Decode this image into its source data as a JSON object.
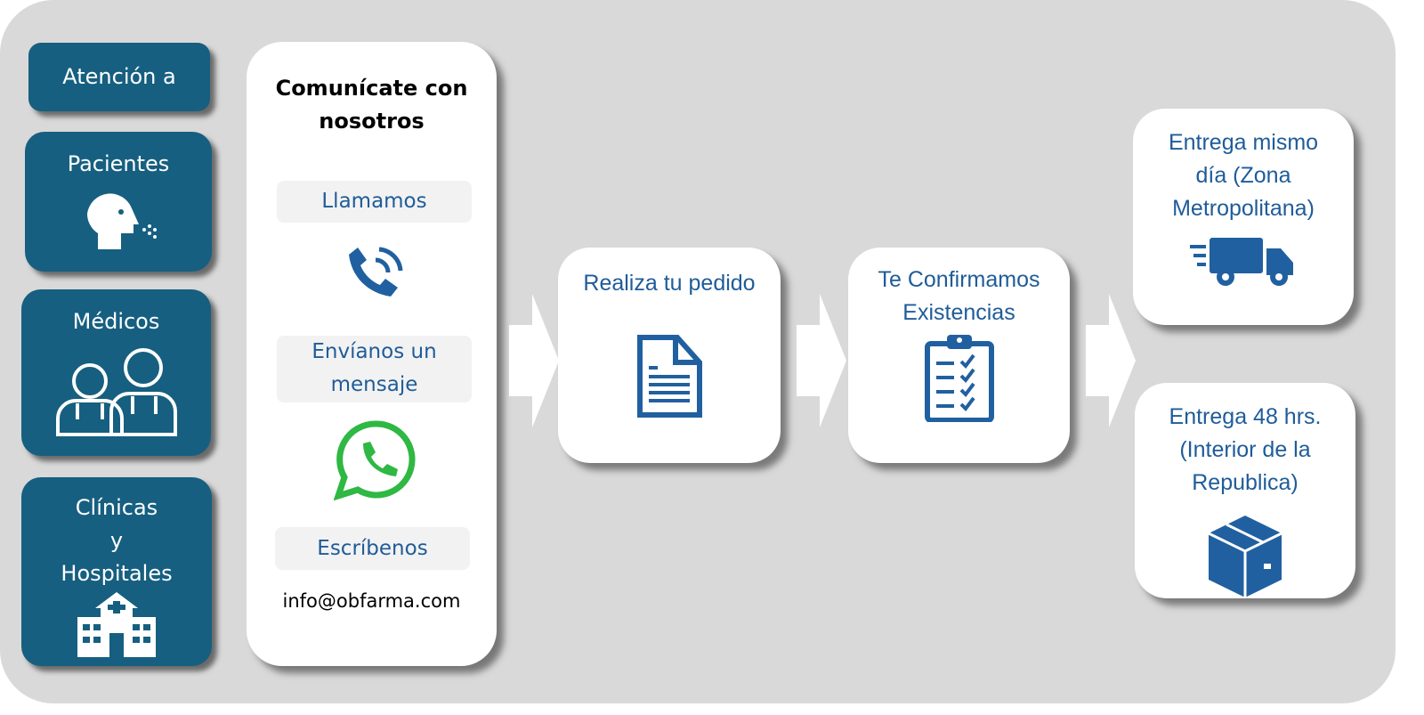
{
  "audience": {
    "title": "Atención a",
    "groups": [
      {
        "label": "Pacientes",
        "icon": "patient-breath-icon"
      },
      {
        "label": "Médicos",
        "icon": "doctors-icon"
      },
      {
        "label": "Clínicas\ny\nHospitales",
        "icon": "hospital-icon"
      }
    ]
  },
  "contact": {
    "title": "Comunícate con nosotros",
    "call": "Llamamos",
    "message": "Envíanos un mensaje",
    "write": "Escríbenos",
    "email": "info@obfarma.com"
  },
  "steps": [
    {
      "label": "Realiza tu pedido",
      "icon": "document-icon"
    },
    {
      "label": "Te Confirmamos Existencias",
      "icon": "clipboard-checklist-icon"
    }
  ],
  "delivery": [
    {
      "label": "Entrega mismo día (Zona Metropolitana)",
      "icon": "delivery-truck-icon"
    },
    {
      "label": "Entrega 48 hrs. (Interior de la Republica)",
      "icon": "package-box-icon"
    }
  ],
  "colors": {
    "teal": "#165f80",
    "blue": "#1f5c99",
    "background": "#d9d9d9",
    "whatsapp": "#2fb843"
  }
}
